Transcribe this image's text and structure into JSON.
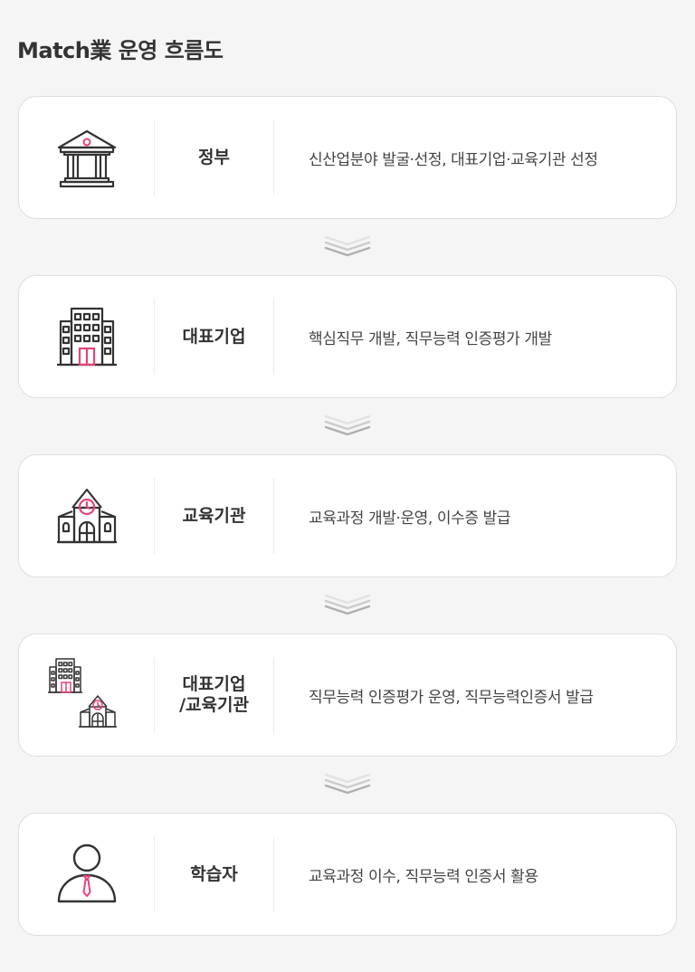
{
  "page": {
    "title": "Match業 운영 흐름도"
  },
  "colors": {
    "accent": "#e8437a",
    "line": "#333333",
    "chevron": "#bfbfbf"
  },
  "steps": [
    {
      "actor": "정부",
      "description": "신산업분야 발굴·선정, 대표기업·교육기관 선정",
      "icon": "government-building-icon"
    },
    {
      "actor": "대표기업",
      "description": "핵심직무 개발, 직무능력 인증평가 개발",
      "icon": "company-building-icon"
    },
    {
      "actor": "교육기관",
      "description": "교육과정 개발·운영, 이수증 발급",
      "icon": "school-icon"
    },
    {
      "actor_line1": "대표기업",
      "actor_line2": "/교육기관",
      "description": "직무능력 인증평가 운영, 직무능력인증서 발급",
      "icon": "company-and-school-icon"
    },
    {
      "actor": "학습자",
      "description": "교육과정 이수, 직무능력 인증서 활용",
      "icon": "learner-icon"
    }
  ]
}
